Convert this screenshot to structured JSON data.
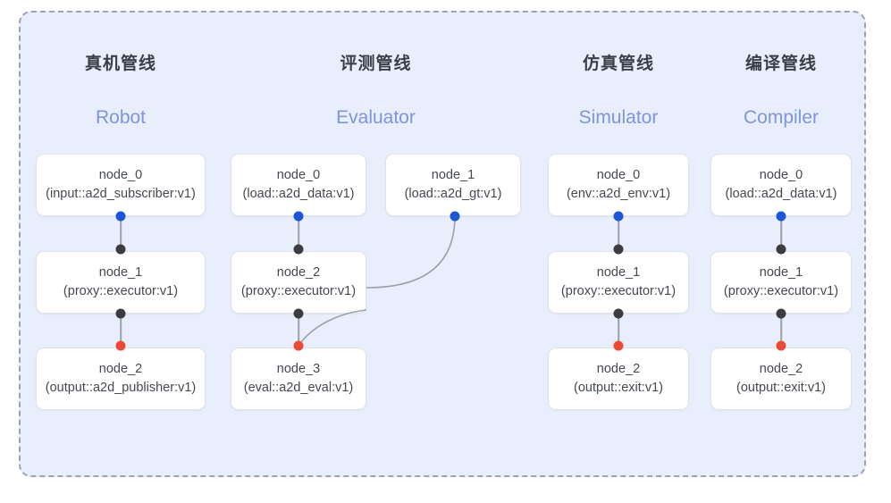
{
  "diagram": {
    "frame": {
      "style": "dashed-rounded-container",
      "background": "#e8eefb",
      "border_color": "#9aa3af"
    },
    "colors": {
      "port_input": "#1a56d6",
      "port_mid": "#3c3c40",
      "port_output": "#ea4a33",
      "edge": "#9aa1ab",
      "subtitle": "#7d96d8",
      "title": "#3a3f47",
      "node_bg": "#ffffff",
      "node_border": "#dfe3e9",
      "canvas_bg": "#e8eefb"
    }
  },
  "columns": [
    {
      "title": "真机管线",
      "subtitle": "Robot",
      "nodes": [
        {
          "name": "node_0",
          "type": "(input::a2d_subscriber:v1)"
        },
        {
          "name": "node_1",
          "type": "(proxy::executor:v1)"
        },
        {
          "name": "node_2",
          "type": "(output::a2d_publisher:v1)"
        }
      ]
    },
    {
      "title": "评测管线",
      "subtitle": "Evaluator",
      "nodes": [
        {
          "name": "node_0",
          "type": "(load::a2d_data:v1)"
        },
        {
          "name": "node_1",
          "type": "(load::a2d_gt:v1)"
        },
        {
          "name": "node_2",
          "type": "(proxy::executor:v1)"
        },
        {
          "name": "node_3",
          "type": "(eval::a2d_eval:v1)"
        }
      ]
    },
    {
      "title": "仿真管线",
      "subtitle": "Simulator",
      "nodes": [
        {
          "name": "node_0",
          "type": "(env::a2d_env:v1)"
        },
        {
          "name": "node_1",
          "type": "(proxy::executor:v1)"
        },
        {
          "name": "node_2",
          "type": "(output::exit:v1)"
        }
      ]
    },
    {
      "title": "编译管线",
      "subtitle": "Compiler",
      "nodes": [
        {
          "name": "node_0",
          "type": "(load::a2d_data:v1)"
        },
        {
          "name": "node_1",
          "type": "(proxy::executor:v1)"
        },
        {
          "name": "node_2",
          "type": "(output::exit:v1)"
        }
      ]
    }
  ]
}
